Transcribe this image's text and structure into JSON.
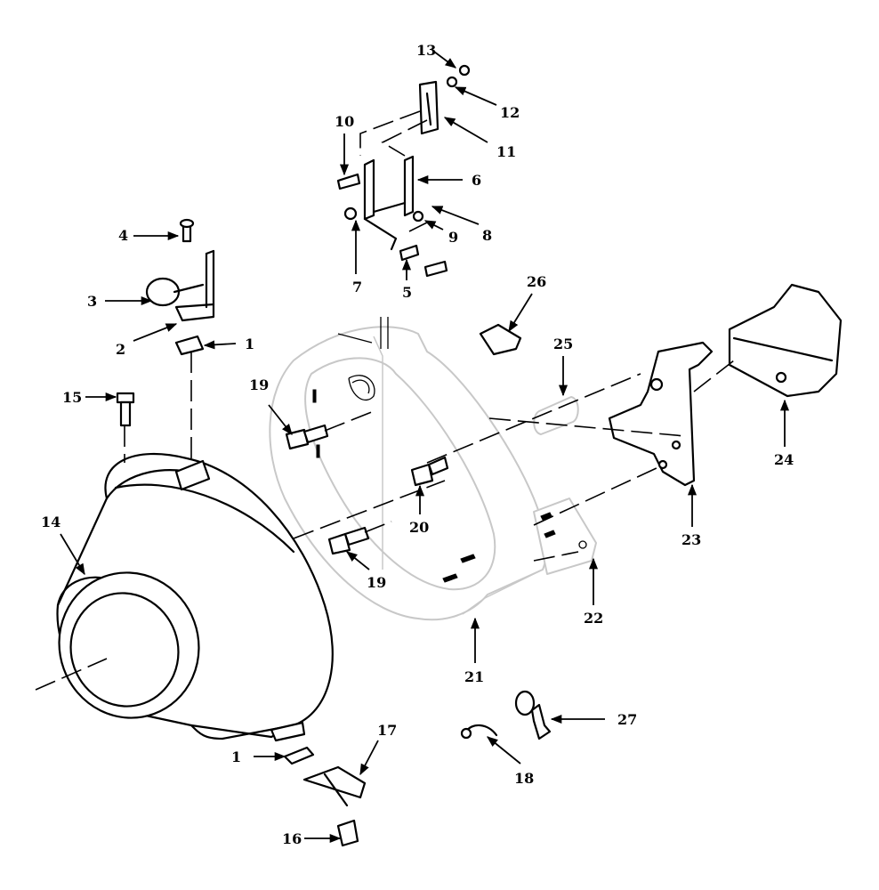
{
  "callouts": [
    {
      "id": "c1a",
      "text": "1"
    },
    {
      "id": "c1b",
      "text": "1"
    },
    {
      "id": "c2",
      "text": "2"
    },
    {
      "id": "c3",
      "text": "3"
    },
    {
      "id": "c4",
      "text": "4"
    },
    {
      "id": "c5",
      "text": "5"
    },
    {
      "id": "c6",
      "text": "6"
    },
    {
      "id": "c7",
      "text": "7"
    },
    {
      "id": "c8",
      "text": "8"
    },
    {
      "id": "c9",
      "text": "9"
    },
    {
      "id": "c10",
      "text": "10"
    },
    {
      "id": "c11",
      "text": "11"
    },
    {
      "id": "c12",
      "text": "12"
    },
    {
      "id": "c13",
      "text": "13"
    },
    {
      "id": "c14",
      "text": "14"
    },
    {
      "id": "c15",
      "text": "15"
    },
    {
      "id": "c16",
      "text": "16"
    },
    {
      "id": "c17",
      "text": "17"
    },
    {
      "id": "c18",
      "text": "18"
    },
    {
      "id": "c19a",
      "text": "19"
    },
    {
      "id": "c19b",
      "text": "19"
    },
    {
      "id": "c20",
      "text": "20"
    },
    {
      "id": "c21",
      "text": "21"
    },
    {
      "id": "c22",
      "text": "22"
    },
    {
      "id": "c23",
      "text": "23"
    },
    {
      "id": "c24",
      "text": "24"
    },
    {
      "id": "c25",
      "text": "25"
    },
    {
      "id": "c26",
      "text": "26"
    },
    {
      "id": "c27",
      "text": "27"
    }
  ]
}
